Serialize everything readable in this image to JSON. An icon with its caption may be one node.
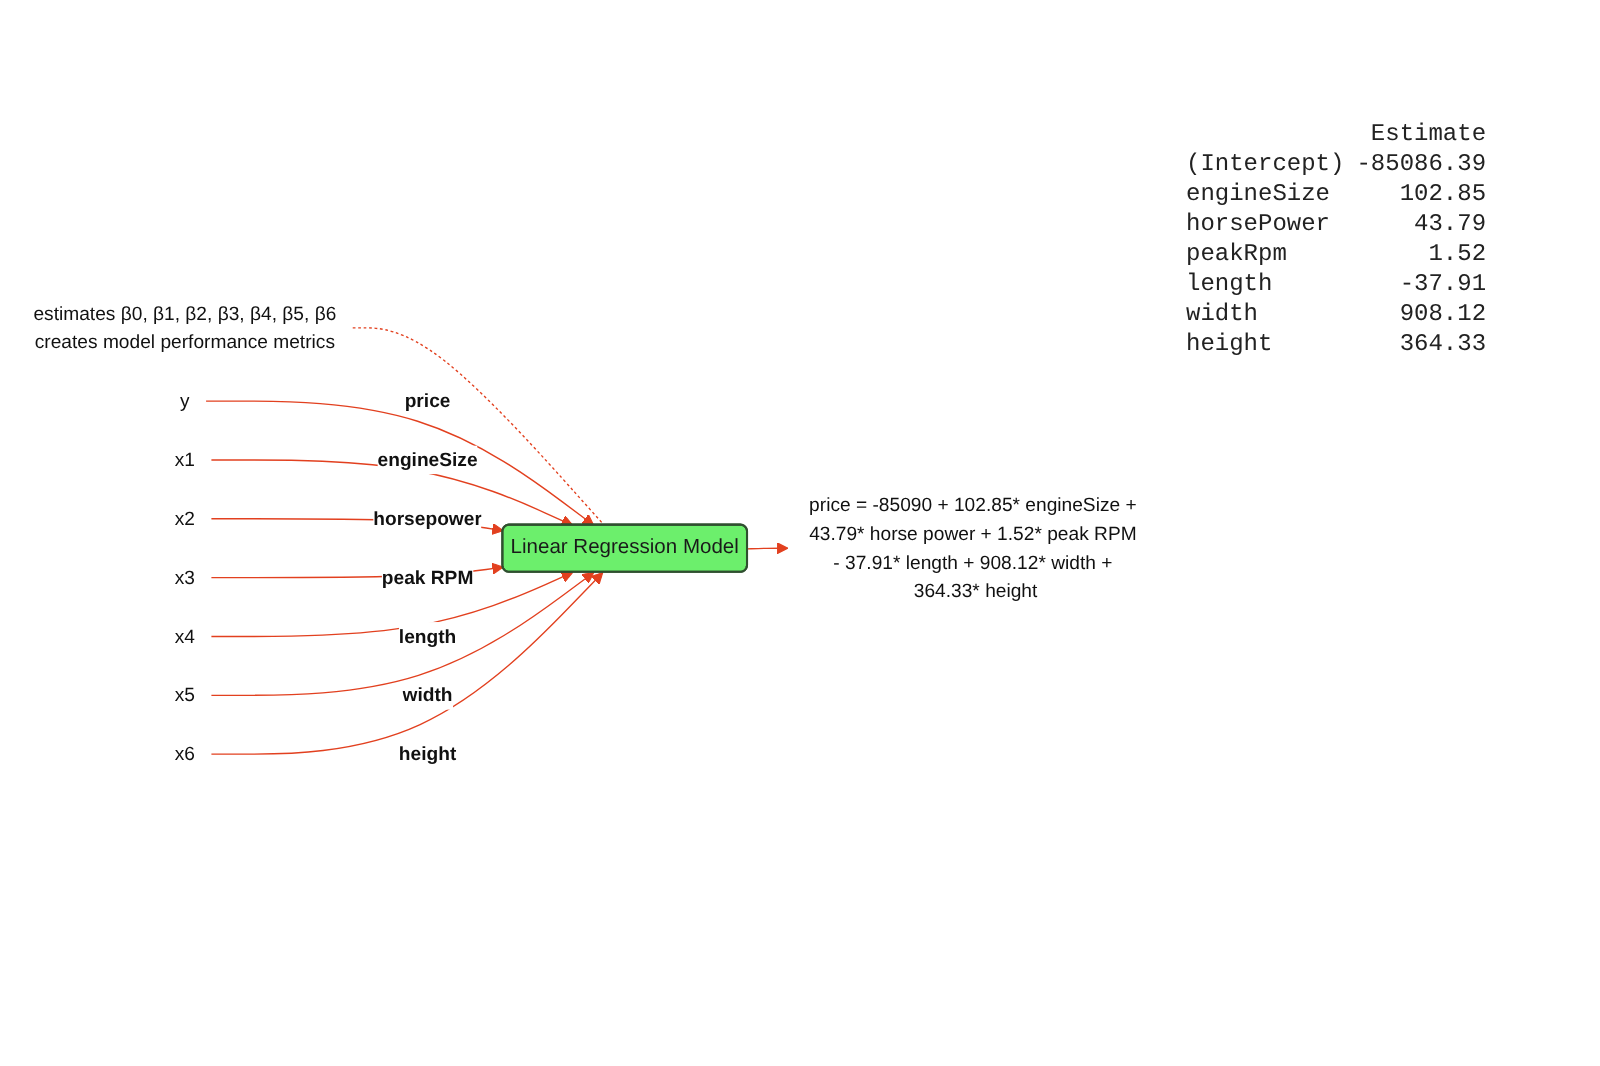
{
  "diagram": {
    "nodes": [
      {
        "text": [
          "estimates β0, β1, β2, β3, β4, β5, β6",
          "creates model performance metrics"
        ]
      },
      {
        "text": [
          "y"
        ]
      },
      {
        "text": [
          "Linear Regression Model"
        ]
      },
      {
        "text": [
          "x1"
        ]
      },
      {
        "text": [
          "price = -85090 + 102.85* engineSize + 43.79* horse power + 1.52* peak RPM - 37.91* length + 908.12* width + 364.33* height"
        ]
      },
      {
        "text": [
          "x2"
        ]
      },
      {
        "text": [
          "x3"
        ]
      },
      {
        "text": [
          "x4"
        ]
      },
      {
        "text": [
          "x5"
        ]
      },
      {
        "text": [
          "x6"
        ]
      }
    ],
    "edges": [
      {
        "from": 0,
        "to": 2,
        "arrow": "none",
        "style": "dashed"
      },
      {
        "from": 1,
        "to": 2,
        "arrow": "to",
        "label": "price"
      },
      {
        "from": 3,
        "to": 2,
        "arrow": "to",
        "label": "engineSize"
      },
      {
        "from": 5,
        "to": 2,
        "arrow": "to",
        "label": "horsepower"
      },
      {
        "from": 6,
        "to": 2,
        "arrow": "to",
        "label": "peak RPM"
      },
      {
        "from": 7,
        "to": 2,
        "arrow": "to",
        "label": "length"
      },
      {
        "from": 8,
        "to": 2,
        "arrow": "to",
        "label": "width"
      },
      {
        "from": 9,
        "to": 2,
        "arrow": "to",
        "label": "height"
      },
      {
        "from": 2,
        "to": 4,
        "arrow": "to"
      }
    ],
    "labels": [
      "Estimate",
      "(Intercept)",
      "-85086.39",
      "engineSize",
      "102.85",
      "horsePower",
      "43.79",
      "peakRpm",
      "1.52",
      "length",
      "-37.91",
      "width",
      "908.12",
      "height",
      "364.33"
    ]
  }
}
